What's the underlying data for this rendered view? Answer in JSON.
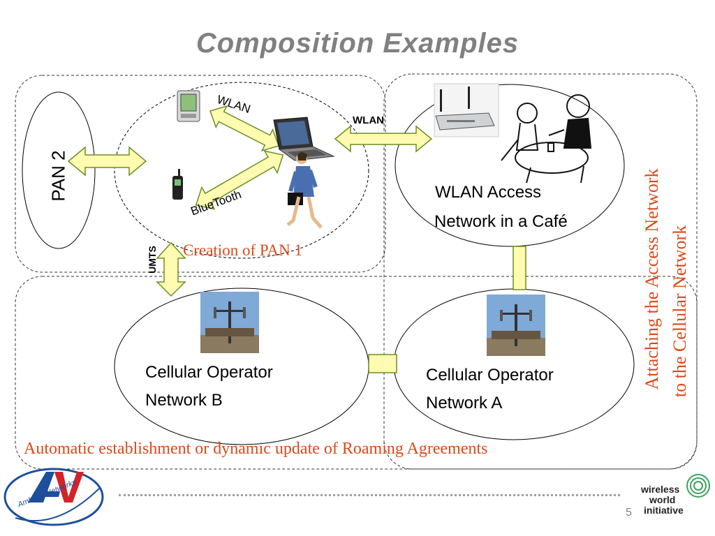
{
  "slide": {
    "title": "Composition Examples",
    "page_number": "5"
  },
  "labels": {
    "pan2": "PAN 2",
    "wlan_top": "WLAN",
    "wlan_link": "WLAN",
    "bluetooth": "BlueTooth",
    "umts": "UMTS",
    "creation_pan1": "Creation of  PAN 1",
    "wlan_access_line1": "WLAN Access",
    "wlan_access_line2": "Network in a Café",
    "cell_b_line1": "Cellular Operator",
    "cell_b_line2": "Network B",
    "cell_a_line1": "Cellular Operator",
    "cell_a_line2": "Network A",
    "attaching_line1": "Attaching the Access Network",
    "attaching_line2": "to the Cellular Network",
    "roaming": "Automatic establishment or dynamic update of Roaming Agreements"
  },
  "logos": {
    "ambient": "Ambient Networks",
    "wwi_line1": "wireless",
    "wwi_line2": "world",
    "wwi_line3": "initiative"
  },
  "colors": {
    "arrow_fill": "#fffbb0",
    "arrow_stroke": "#6b8e23",
    "red_text": "#d94a1a",
    "logo_blue": "#1d4f9c",
    "logo_red": "#d3232a",
    "wwi_green": "#3aa35a"
  }
}
